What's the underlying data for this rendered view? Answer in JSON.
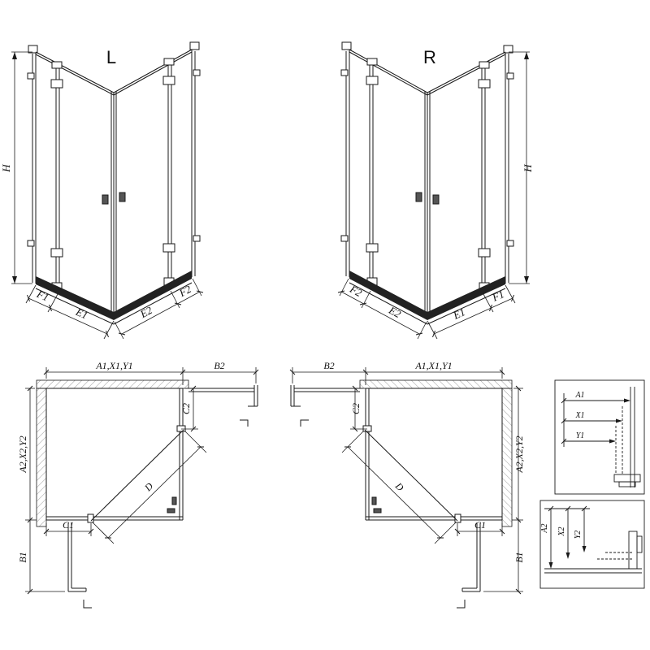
{
  "drawing": {
    "colors": {
      "line": "#1a1a1a",
      "hatch": "#999999",
      "bottom_rail": "#222222",
      "background": "#ffffff"
    },
    "iso_left": {
      "title": "L",
      "dim_height": "H",
      "dim_f1": "F1",
      "dim_e1": "E1",
      "dim_e2": "E2",
      "dim_f2": "F2"
    },
    "iso_right": {
      "title": "R",
      "dim_height": "H",
      "dim_f1": "F1",
      "dim_e1": "E1",
      "dim_e2": "E2",
      "dim_f2": "F2"
    },
    "plan_left": {
      "dim_width": "A1,X1,Y1",
      "dim_ext_b2": "B2",
      "dim_depth": "A2,X2,Y2",
      "dim_ext_b1": "B1",
      "dim_c1": "C1",
      "dim_c2": "C2",
      "dim_d": "D"
    },
    "plan_right": {
      "dim_width": "A1,X1,Y1",
      "dim_ext_b2": "B2",
      "dim_depth": "A2,X2,Y2",
      "dim_ext_b1": "B1",
      "dim_c1": "C1",
      "dim_c2": "C2",
      "dim_d": "D"
    },
    "detail_width": {
      "a1": "A1",
      "x1": "X1",
      "y1": "Y1"
    },
    "detail_depth": {
      "a2": "A2",
      "x2": "X2",
      "y2": "Y2"
    }
  }
}
